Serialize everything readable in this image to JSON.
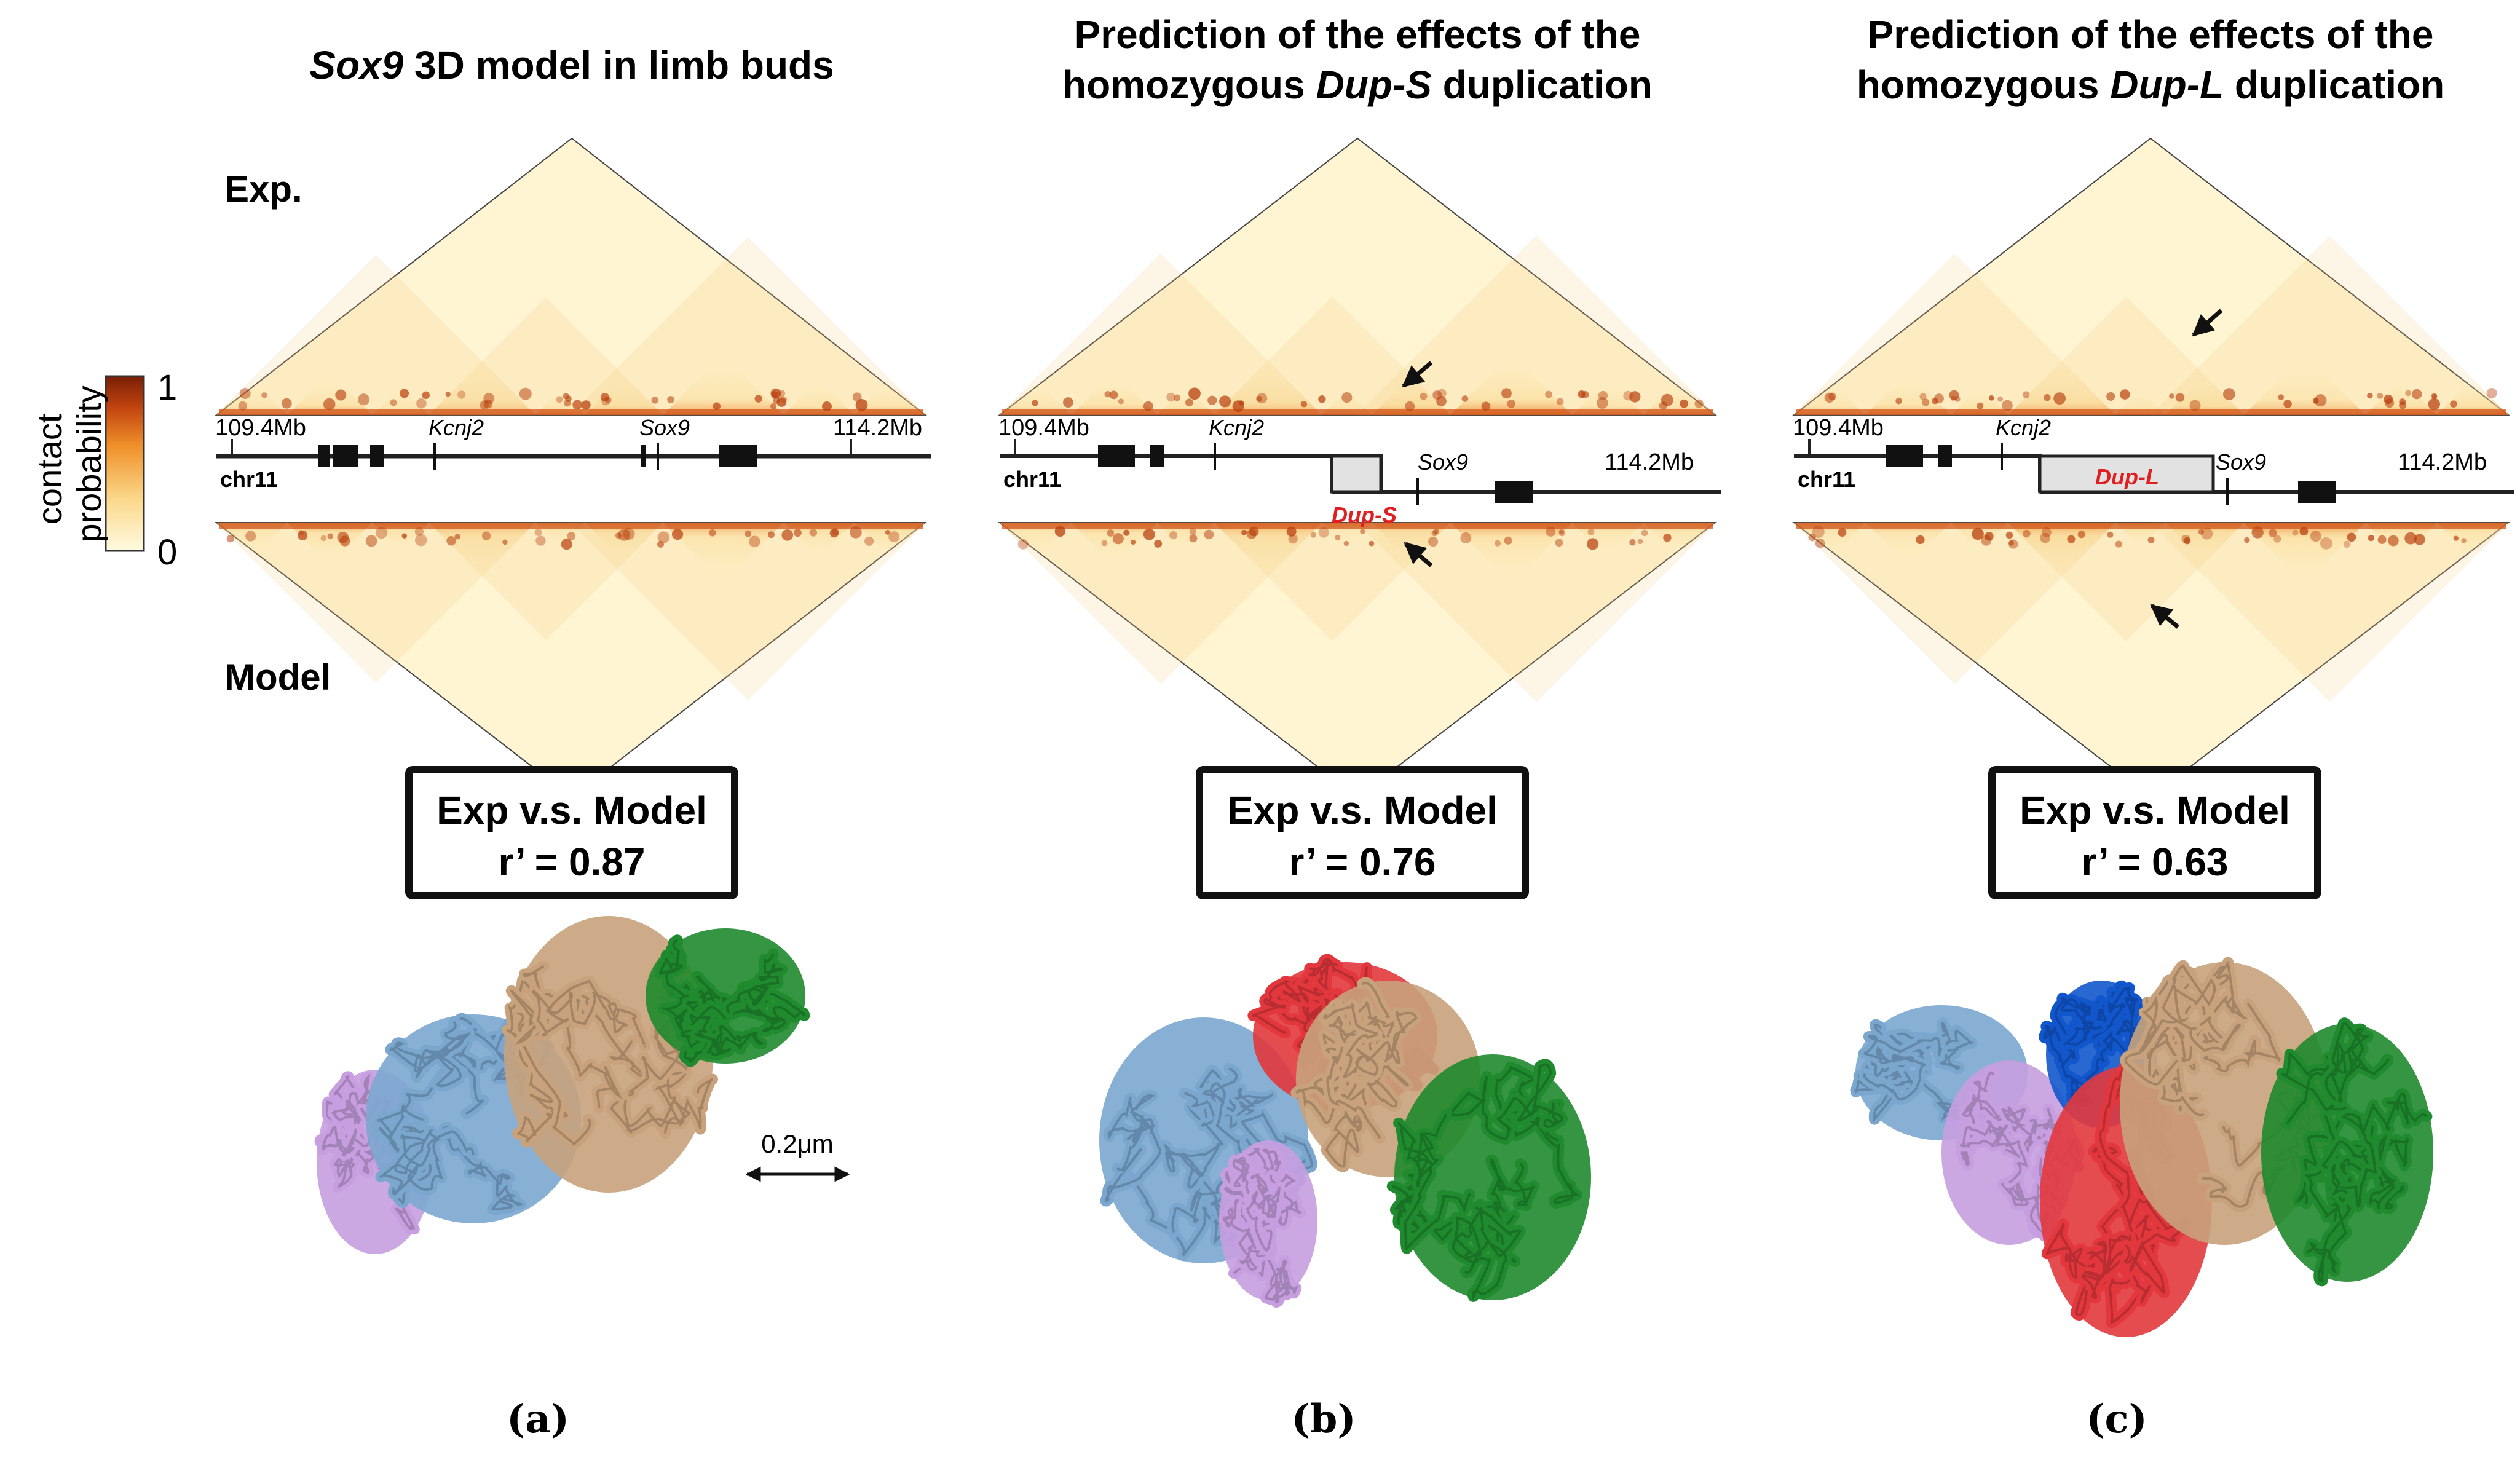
{
  "colorbar": {
    "label_line1": "contact",
    "label_line2": "probability",
    "max_label": "1",
    "min_label": "0",
    "colors": [
      "#fffbe0",
      "#fbd78a",
      "#f0902a",
      "#c24410",
      "#7a1e05"
    ]
  },
  "row_labels": {
    "exp": "Exp.",
    "model": "Model"
  },
  "panels": [
    {
      "id": "a",
      "title_lines": [
        [
          {
            "t": "Sox9",
            "i": true
          },
          {
            "t": " 3D model in limb buds",
            "i": false
          }
        ]
      ],
      "track": {
        "chrom": "chr11",
        "start_label": "109.4Mb",
        "end_label": "114.2Mb",
        "genes": [
          {
            "name": "Kcnj2"
          },
          {
            "name": "Sox9"
          }
        ],
        "dup_label": ""
      },
      "score": {
        "line1": "Exp v.s. Model",
        "line2": "r’ = 0.87"
      },
      "scale_bar": "0.2μm",
      "caption": "(a)"
    },
    {
      "id": "b",
      "title_lines": [
        [
          {
            "t": "Prediction of the effects of the",
            "i": false
          }
        ],
        [
          {
            "t": "homozygous ",
            "i": false
          },
          {
            "t": "Dup-S",
            "i": true
          },
          {
            "t": " duplication",
            "i": false
          }
        ]
      ],
      "track": {
        "chrom": "chr11",
        "start_label": "109.4Mb",
        "end_label": "114.2Mb",
        "genes": [
          {
            "name": "Kcnj2"
          },
          {
            "name": "Sox9"
          }
        ],
        "dup_label": "Dup-S"
      },
      "score": {
        "line1": "Exp v.s. Model",
        "line2": "r’ = 0.76"
      },
      "caption": "(b)"
    },
    {
      "id": "c",
      "title_lines": [
        [
          {
            "t": "Prediction of the effects of the",
            "i": false
          }
        ],
        [
          {
            "t": "homozygous ",
            "i": false
          },
          {
            "t": "Dup-L",
            "i": true
          },
          {
            "t": " duplication",
            "i": false
          }
        ]
      ],
      "track": {
        "chrom": "chr11",
        "start_label": "109.4Mb",
        "end_label": "114.2Mb",
        "genes": [
          {
            "name": "Kcnj2"
          },
          {
            "name": "Sox9"
          }
        ],
        "dup_label": "Dup-L"
      },
      "score": {
        "line1": "Exp v.s. Model",
        "line2": "r’ = 0.63"
      },
      "caption": "(c)"
    }
  ],
  "domain_colors": {
    "blue_light": "#7ba7cf",
    "lilac": "#c79fe0",
    "tan": "#c8a27c",
    "green": "#1f8a2e",
    "red": "#e2383d",
    "blue_dark": "#1256cc"
  }
}
